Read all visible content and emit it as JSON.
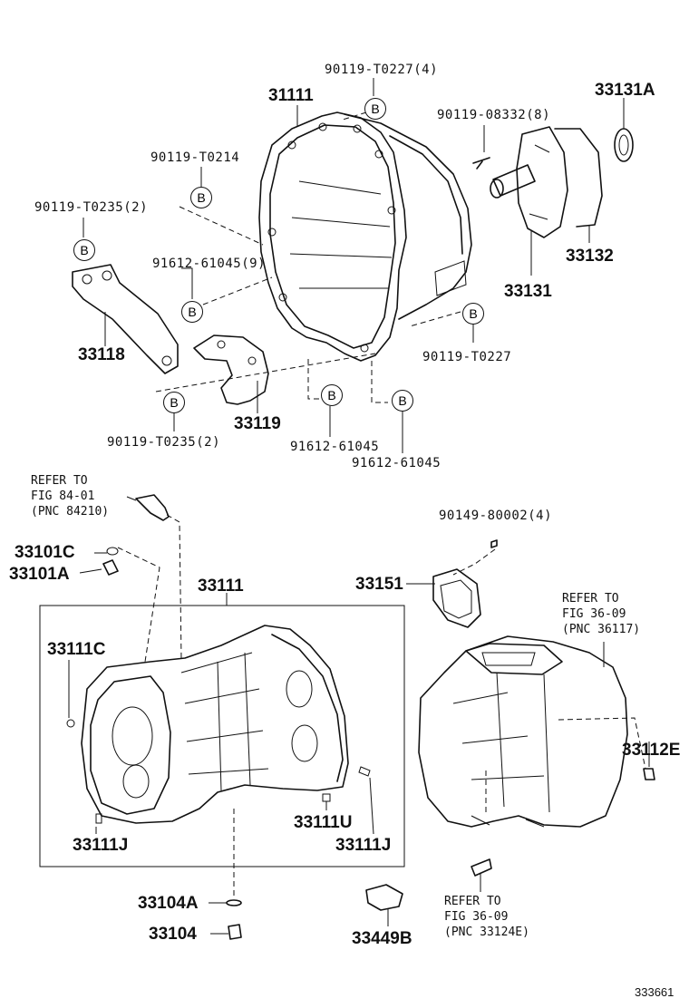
{
  "diagram_id": "333661",
  "bubble_letter": "B",
  "parts": {
    "p31111": "31111",
    "p33131A": "33131A",
    "p33132": "33132",
    "p33131": "33131",
    "p33118": "33118",
    "p33119": "33119",
    "p33111": "33111",
    "p33101C": "33101C",
    "p33101A": "33101A",
    "p33111C": "33111C",
    "p33111J_left": "33111J",
    "p33111U": "33111U",
    "p33111J_right": "33111J",
    "p33151": "33151",
    "p33112E": "33112E",
    "p33104A": "33104A",
    "p33104": "33104",
    "p33449B": "33449B"
  },
  "callouts": {
    "c_t0227_4": "90119-T0227(4)",
    "c_08332_8": "90119-08332(8)",
    "c_t0214": "90119-T0214",
    "c_t0235_2_top": "90119-T0235(2)",
    "c_61045_9": "91612-61045(9)",
    "c_t0227": "90119-T0227",
    "c_t0235_2_bottom": "90119-T0235(2)",
    "c_61045_a": "91612-61045",
    "c_61045_b": "91612-61045",
    "c_80002_4": "90149-80002(4)"
  },
  "references": {
    "ref_84210": "REFER TO\nFIG 84-01\n(PNC 84210)",
    "ref_36117": "REFER TO\nFIG 36-09\n(PNC 36117)",
    "ref_33124E": "REFER TO\nFIG 36-09\n(PNC 33124E)"
  }
}
